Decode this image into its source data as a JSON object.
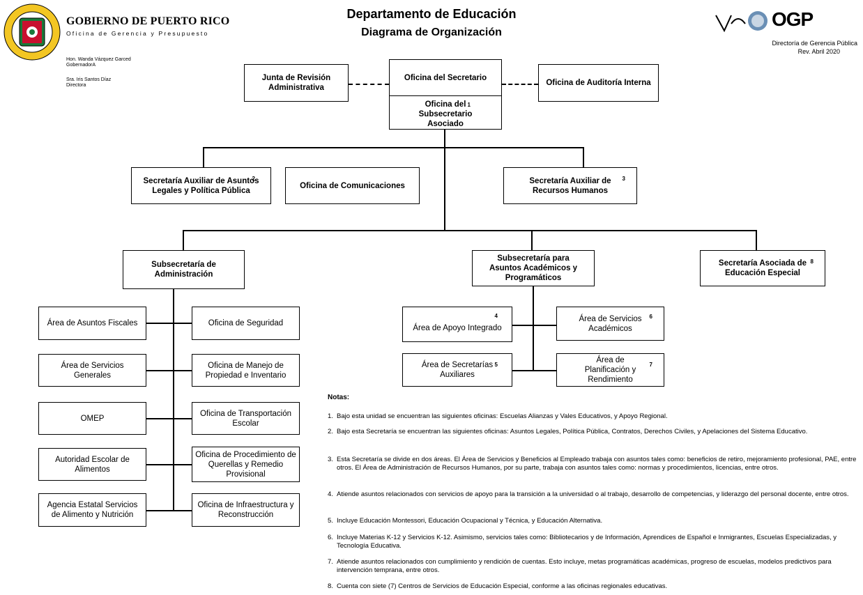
{
  "header": {
    "gov_name": "GOBIERNO DE PUERTO RICO",
    "gov_office": "Oficina de Gerencia y Presupuesto",
    "governor_name": "Hon. Wanda Vázquez Garced",
    "governor_title": "GobernadorA",
    "director_name": "Sra. Iris Santos Díaz",
    "director_title": "Directora",
    "title": "Departamento de Educación",
    "subtitle": "Diagrama de Organización",
    "ogp_logo_text": "OGP",
    "directorate": "Directoría de Gerencia Pública",
    "revision": "Rev. Abril 2020"
  },
  "org": {
    "junta": "Junta de Revisión Administrativa",
    "secretario": "Oficina del Secretario",
    "auditoria": "Oficina de Auditoría Interna",
    "subsecretario": "Oficina del Subsecretario Asociado",
    "subsecretario_note": "1",
    "legales": "Secretaría Auxiliar de Asuntos Legales y Política Pública",
    "legales_note": "2",
    "comunicaciones": "Oficina de Comunicaciones",
    "rrhh": "Secretaría Auxiliar de Recursos Humanos",
    "rrhh_note": "3",
    "admin": "Subsecretaría de Administración",
    "academicos": "Subsecretaría para Asuntos Académicos y Programáticos",
    "especial": "Secretaría Asociada de Educación Especial",
    "especial_note": "8",
    "admin_left": [
      "Área de Asuntos Fiscales",
      "Área de Servicios Generales",
      "OMEP",
      "Autoridad Escolar de Alimentos",
      "Agencia Estatal Servicios de Alimento y Nutrición"
    ],
    "admin_right": [
      "Oficina de Seguridad",
      "Oficina de Manejo de Propiedad e Inventario",
      "Oficina de Transportación Escolar",
      "Oficina de Procedimiento de Querellas y Remedio Provisional",
      "Oficina de Infraestructura y Reconstrucción"
    ],
    "apoyo": "Área de Apoyo Integrado",
    "apoyo_note": "4",
    "secretarias_aux": "Área de Secretarías Auxiliares",
    "secretarias_aux_note": "5",
    "servicios_acad": "Área de Servicios Académicos",
    "servicios_acad_note": "6",
    "planificacion": "Área de Planificación y Rendimiento",
    "planificacion_note": "7"
  },
  "notes": {
    "title": "Notas:",
    "items": [
      {
        "n": "1.",
        "text": "Bajo esta unidad se encuentran las siguientes oficinas: Escuelas Alianzas y Vales Educativos, y Apoyo Regional."
      },
      {
        "n": "2.",
        "text": "Bajo esta Secretaría se encuentran las siguientes oficinas: Asuntos Legales, Política Pública, Contratos, Derechos Civiles, y Apelaciones del Sistema Educativo."
      },
      {
        "n": "3.",
        "text": "Esta Secretaría se divide en dos áreas. El Área de Servicios y Beneficios al Empleado trabaja con asuntos tales como: beneficios de retiro, mejoramiento profesional, PAE, entre otros.  El Área de Administración de Recursos Humanos, por su parte, trabaja con asuntos tales como: normas y procedimientos, licencias, entre otros."
      },
      {
        "n": "4.",
        "text": "Atiende asuntos relacionados con servicios de apoyo para la transición a la universidad o al trabajo, desarrollo de competencias, y liderazgo del personal docente, entre otros."
      },
      {
        "n": "5.",
        "text": "Incluye Educación Montessori, Educación Ocupacional y Técnica, y Educación Alternativa."
      },
      {
        "n": "6.",
        "text": "Incluye Materias K-12 y Servicios K-12.  Asimismo, servicios tales como: Bibliotecarios y de Información, Aprendices de Español e Inmigrantes, Escuelas Especializadas, y Tecnología Educativa."
      },
      {
        "n": "7.",
        "text": "Atiende asuntos relacionados con cumplimiento y rendición de cuentas.  Esto incluye, metas programáticas académicas, progreso de escuelas, modelos predictivos para intervención temprana, entre otros."
      },
      {
        "n": "8.",
        "text": "Cuenta con siete (7) Centros de Servicios de Educación Especial, conforme a las oficinas regionales educativas."
      }
    ]
  }
}
